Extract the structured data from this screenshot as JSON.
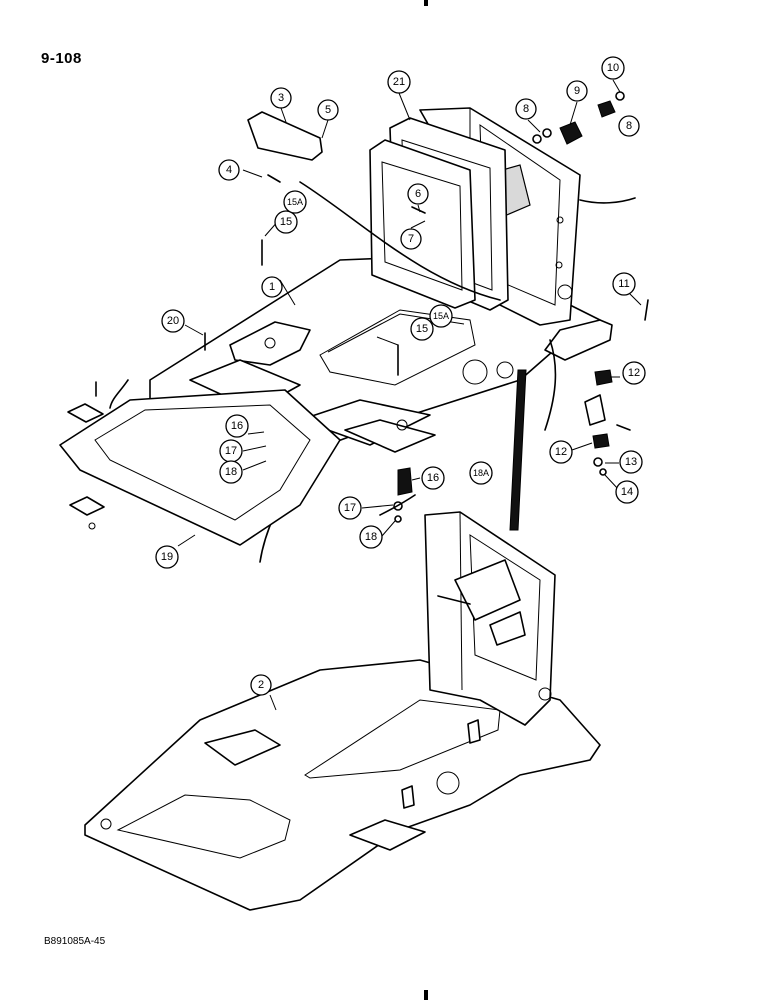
{
  "page_number": "9-108",
  "figure_code": "B891085A-45",
  "callouts": [
    {
      "label": "1"
    },
    {
      "label": "2"
    },
    {
      "label": "3"
    },
    {
      "label": "4"
    },
    {
      "label": "5"
    },
    {
      "label": "6"
    },
    {
      "label": "7"
    },
    {
      "label": "8"
    },
    {
      "label": "8"
    },
    {
      "label": "9"
    },
    {
      "label": "10"
    },
    {
      "label": "11"
    },
    {
      "label": "12"
    },
    {
      "label": "12"
    },
    {
      "label": "13"
    },
    {
      "label": "14"
    },
    {
      "label": "15"
    },
    {
      "label": "15"
    },
    {
      "label": "15A"
    },
    {
      "label": "15A"
    },
    {
      "label": "16"
    },
    {
      "label": "16"
    },
    {
      "label": "17"
    },
    {
      "label": "17"
    },
    {
      "label": "18"
    },
    {
      "label": "18"
    },
    {
      "label": "18A"
    },
    {
      "label": "19"
    },
    {
      "label": "20"
    },
    {
      "label": "21"
    }
  ]
}
